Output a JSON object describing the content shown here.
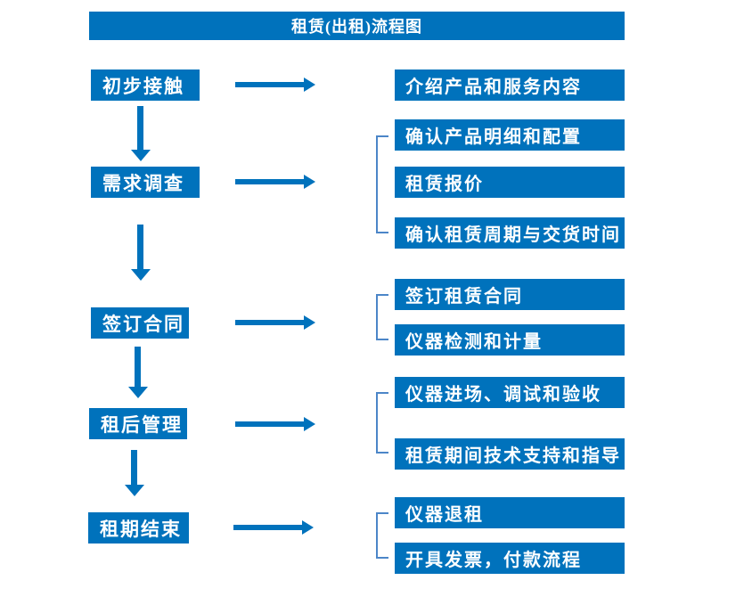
{
  "title": "租赁(出租)流程图",
  "colors": {
    "primary": "#0072bc",
    "connector": "#4c86c8",
    "box_text": "#ffffff",
    "background": "#ffffff"
  },
  "steps": [
    {
      "label": "初步接触",
      "details": [
        "介绍产品和服务内容"
      ]
    },
    {
      "label": "需求调查",
      "details": [
        "确认产品明细和配置",
        "租赁报价",
        "确认租赁周期与交货时间"
      ]
    },
    {
      "label": "签订合同",
      "details": [
        "签订租赁合同",
        "仪器检测和计量"
      ]
    },
    {
      "label": "租后管理",
      "details": [
        "仪器进场、调试和验收",
        "租赁期间技术支持和指导"
      ]
    },
    {
      "label": "租期结束",
      "details": [
        "仪器退租",
        "开具发票，付款流程"
      ]
    }
  ]
}
